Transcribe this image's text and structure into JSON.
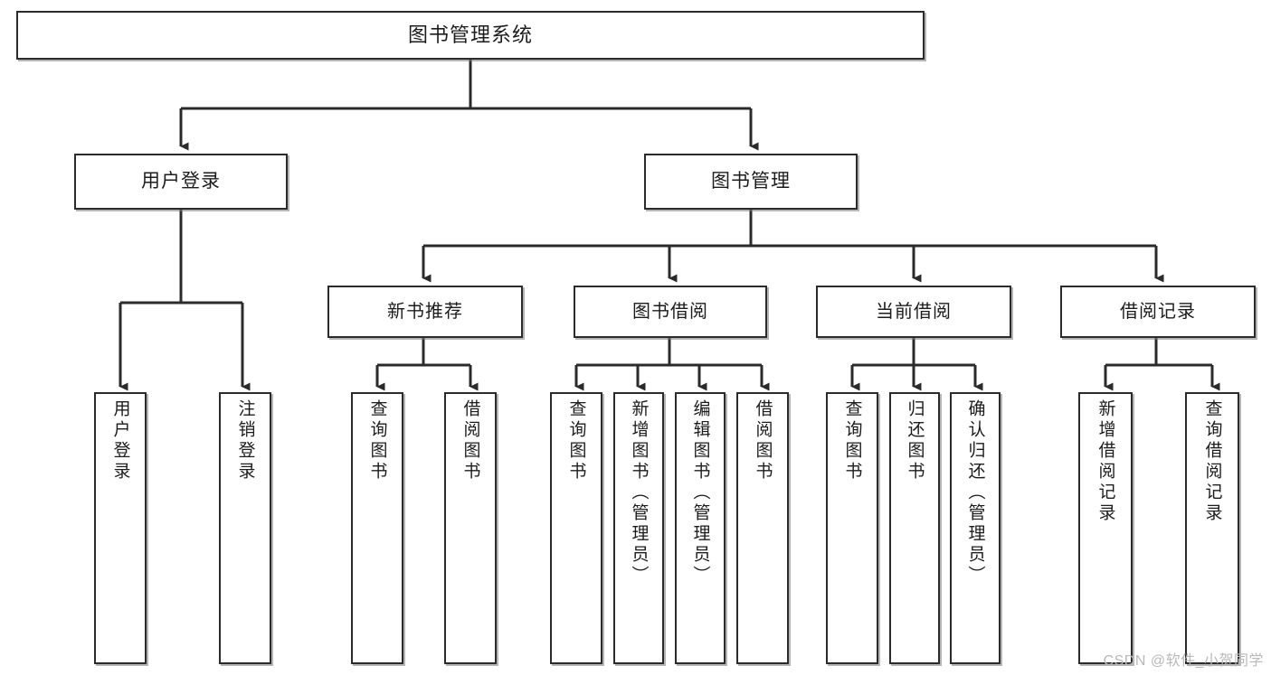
{
  "diagram": {
    "title": "图书管理系统",
    "type": "hierarchy-tree",
    "watermark": "CSDN @软件_小贺同学",
    "colors": {
      "background": "#ffffff",
      "node_border": "#2b2b2b",
      "node_fill": "#ffffff",
      "connector": "#2b2b2b",
      "text": "#1c1c1c",
      "watermark": "#b9b9b9"
    },
    "nodes": {
      "root": {
        "label": "图书管理系统"
      },
      "level2": [
        {
          "id": "user_login",
          "label": "用户登录"
        },
        {
          "id": "book_manage",
          "label": "图书管理"
        }
      ],
      "level3": [
        {
          "id": "new_book_rec",
          "label": "新书推荐"
        },
        {
          "id": "book_borrow",
          "label": "图书借阅"
        },
        {
          "id": "current_borrow",
          "label": "当前借阅"
        },
        {
          "id": "borrow_record",
          "label": "借阅记录"
        }
      ],
      "leaves": [
        {
          "id": "leaf_user_login",
          "label": "用户登录",
          "parent": "user_login"
        },
        {
          "id": "leaf_logout",
          "label": "注销登录",
          "parent": "user_login"
        },
        {
          "id": "leaf_query_book_1",
          "label": "查询图书",
          "parent": "new_book_rec"
        },
        {
          "id": "leaf_borrow_book_1",
          "label": "借阅图书",
          "parent": "new_book_rec"
        },
        {
          "id": "leaf_query_book_2",
          "label": "查询图书",
          "parent": "book_borrow"
        },
        {
          "id": "leaf_add_book",
          "label": "新增图书（管理员）",
          "parent": "book_borrow"
        },
        {
          "id": "leaf_edit_book",
          "label": "编辑图书（管理员）",
          "parent": "book_borrow"
        },
        {
          "id": "leaf_borrow_book_2",
          "label": "借阅图书",
          "parent": "book_borrow"
        },
        {
          "id": "leaf_query_book_3",
          "label": "查询图书",
          "parent": "current_borrow"
        },
        {
          "id": "leaf_return_book",
          "label": "归还图书",
          "parent": "current_borrow"
        },
        {
          "id": "leaf_confirm_return",
          "label": "确认归还（管理员）",
          "parent": "current_borrow"
        },
        {
          "id": "leaf_add_record",
          "label": "新增借阅记录",
          "parent": "borrow_record"
        },
        {
          "id": "leaf_query_record",
          "label": "查询借阅记录",
          "parent": "borrow_record"
        }
      ]
    }
  }
}
